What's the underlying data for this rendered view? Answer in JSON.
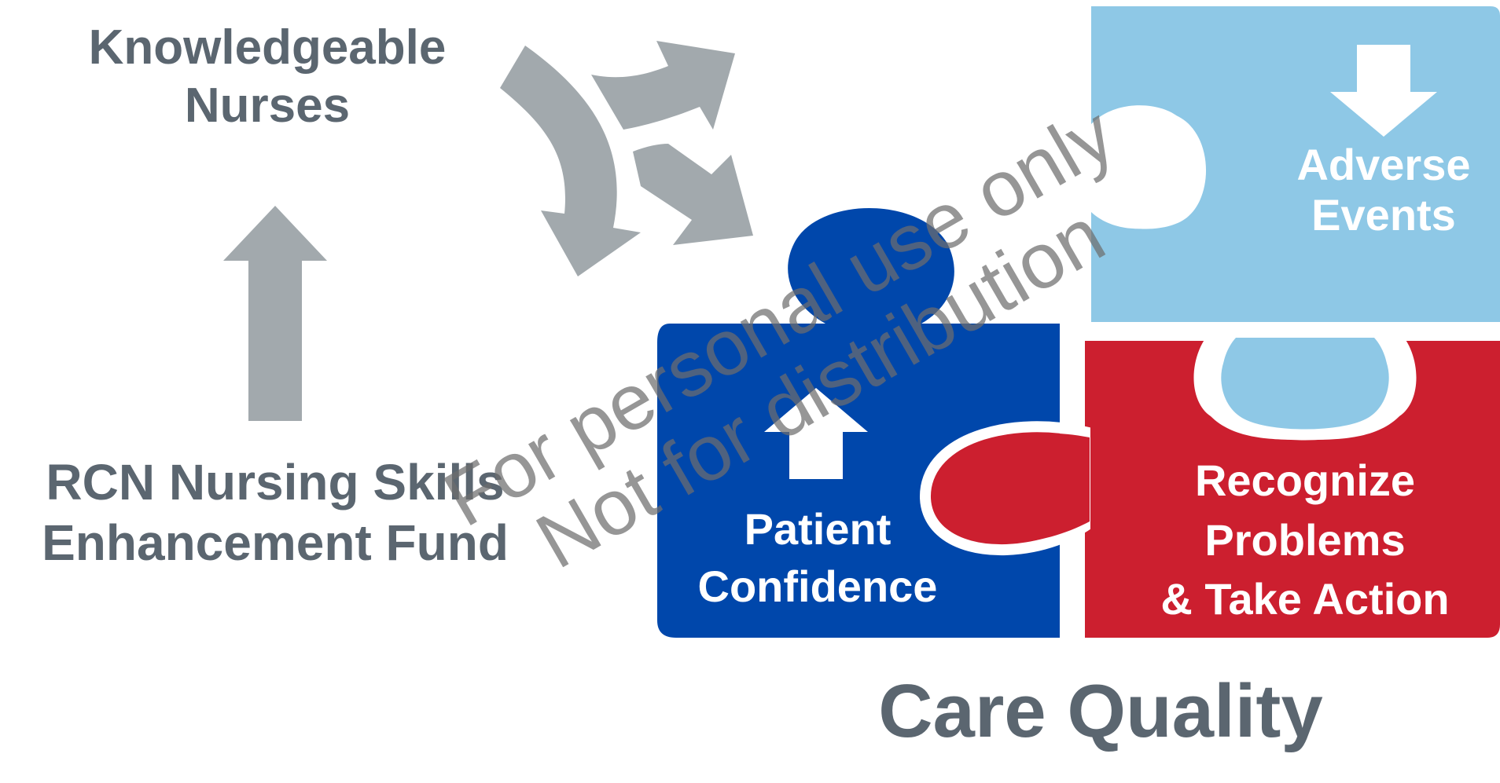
{
  "left_panel": {
    "top_label": [
      "Knowledgeable",
      "Nurses"
    ],
    "bottom_label": [
      "RCN Nursing Skills",
      "Enhancement Fund"
    ]
  },
  "puzzle": {
    "adverse": {
      "lines": [
        "Adverse",
        "Events"
      ],
      "arrow": "down-arrow-icon",
      "color": "#8ec8e6"
    },
    "recognize": {
      "lines": [
        "Recognize",
        "Problems",
        "& Take Action"
      ],
      "color": "#cc1f2f"
    },
    "confidence": {
      "lines": [
        "Patient",
        "Confidence"
      ],
      "arrow": "up-arrow-icon",
      "color": "#0047ab"
    }
  },
  "caption": "Care Quality",
  "watermark": [
    "For personal use only",
    "Not for distribution"
  ],
  "colors": {
    "arrow_gray": "#a2a9ad",
    "text_gray": "#5b6670"
  }
}
